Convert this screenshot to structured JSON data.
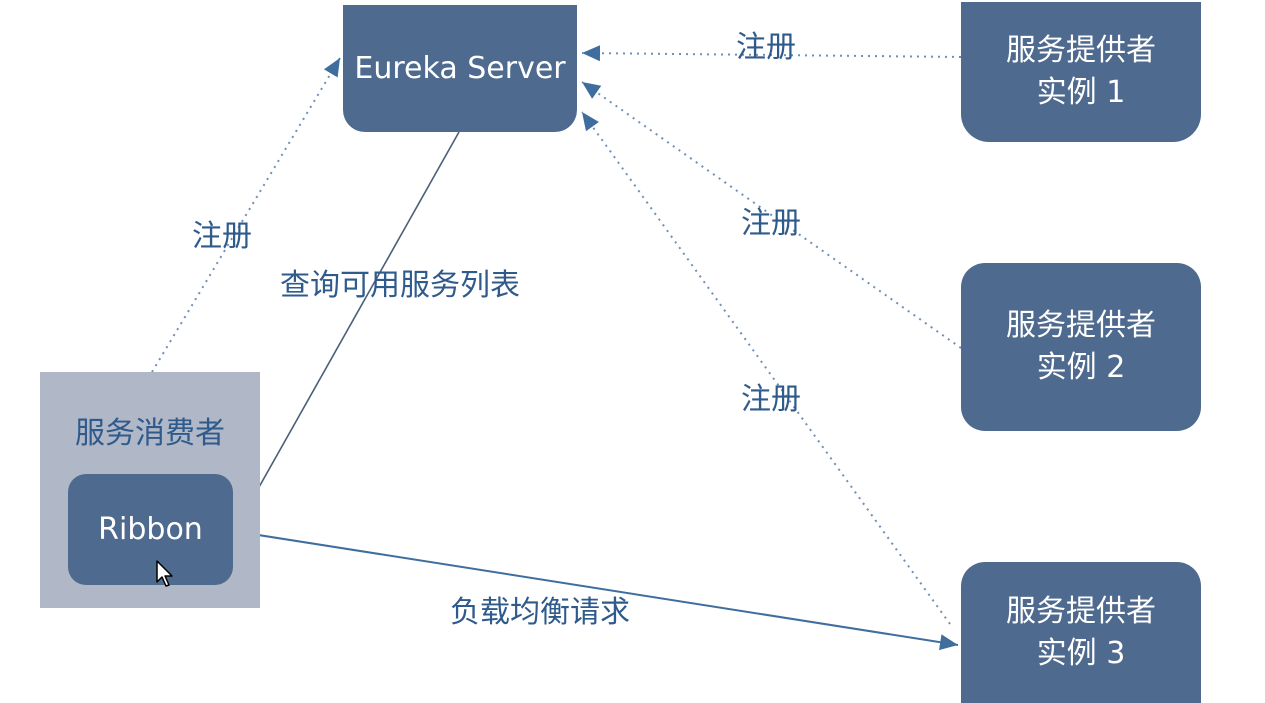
{
  "nodes": {
    "eureka_server": "Eureka Server",
    "provider_1": {
      "line1": "服务提供者",
      "line2": "实例 1"
    },
    "provider_2": {
      "line1": "服务提供者",
      "line2": "实例 2"
    },
    "provider_3": {
      "line1": "服务提供者",
      "line2": "实例 3"
    },
    "consumer": "服务消费者",
    "ribbon": "Ribbon"
  },
  "edges": {
    "register_provider_1": "注册",
    "register_consumer": "注册",
    "query_services": "查询可用服务列表",
    "register_provider_2": "注册",
    "register_provider_3": "注册",
    "load_balance_request": "负载均衡请求"
  },
  "colors": {
    "node_fill": "#4f6a8f",
    "consumer_fill": "#b0b7c6",
    "label_text": "#2f5a8c",
    "dotted_line": "#6f8fb5",
    "solid_line": "#3f6e9e"
  }
}
